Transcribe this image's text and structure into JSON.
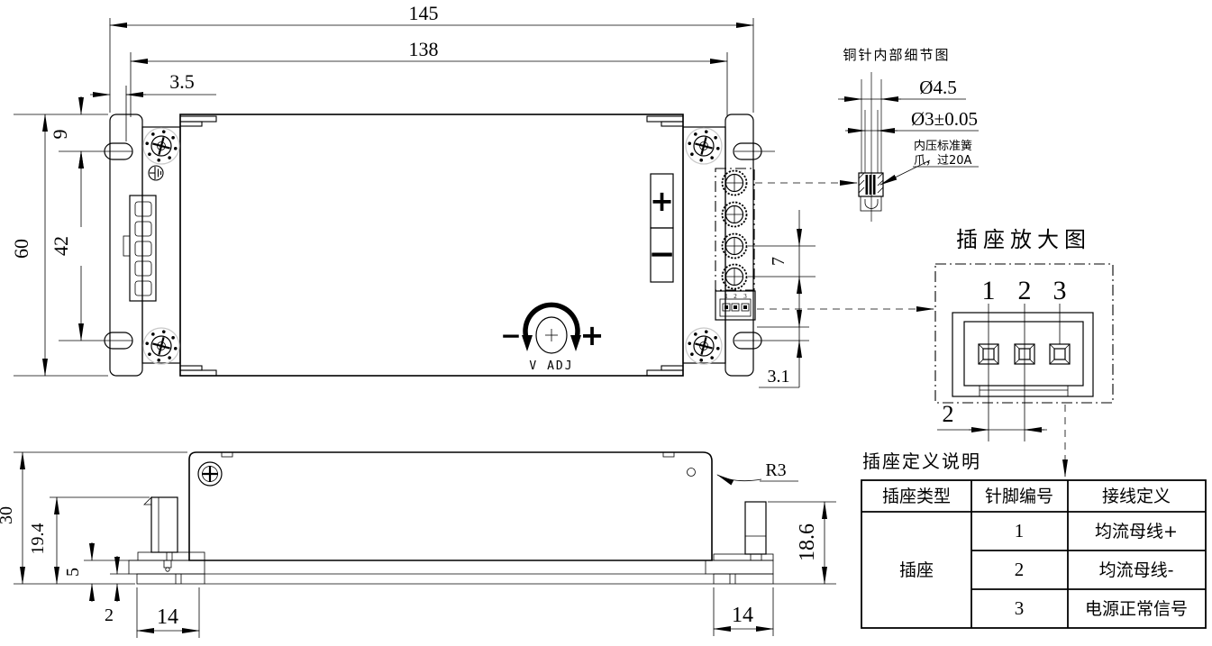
{
  "drawing": {
    "top_view": {
      "dim_145": "145",
      "dim_138": "138",
      "dim_3_5": "3.5",
      "dim_60": "60",
      "dim_9": "9",
      "dim_42": "42",
      "dim_7": "7",
      "dim_3_1": "3.1",
      "terminal_plus": "+",
      "terminal_minus": "−",
      "vadj": {
        "label": "V ADJ",
        "minus": "−",
        "plus": "+"
      },
      "aux_connector_pins": [
        "1",
        "2",
        "3"
      ]
    },
    "pin_detail": {
      "title": "铜针内部细节图",
      "dim_outer": "Ø4.5",
      "dim_inner": "Ø3±0.05",
      "note_line1": "内压标准簧",
      "note_line2": "爪，过20A"
    },
    "socket_view": {
      "title": "插座放大图",
      "pin_labels": [
        "1",
        "2",
        "3"
      ],
      "dim_pitch": "2"
    },
    "side_view": {
      "dim_30": "30",
      "dim_19_4": "19.4",
      "dim_5": "5",
      "dim_2": "2",
      "dim_14_left": "14",
      "dim_14_right": "14",
      "dim_18_6": "18.6",
      "radius": "R3"
    },
    "table": {
      "title": "插座定义说明",
      "headers": [
        "插座类型",
        "针脚编号",
        "接线定义"
      ],
      "socket_type": "插座",
      "rows": [
        {
          "pin": "1",
          "definition": "均流母线+"
        },
        {
          "pin": "2",
          "definition": "均流母线-"
        },
        {
          "pin": "3",
          "definition": "电源正常信号"
        }
      ]
    },
    "colors": {
      "line": "#000000",
      "screw_halo": "#c8c8c8",
      "background": "#ffffff"
    }
  }
}
